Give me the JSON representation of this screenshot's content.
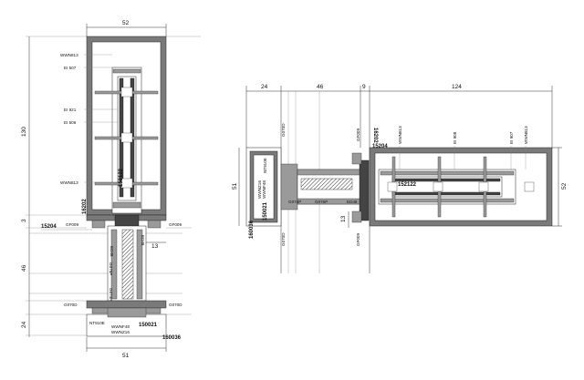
{
  "left": {
    "dim_top": "52",
    "dim_height_main": "130",
    "dim_gap": "3",
    "dim_mid": "46",
    "dim_low": "24",
    "dim_bottom": "51",
    "dim_13": "13",
    "labels": [
      "WWN813",
      "EI 507",
      "EI 921",
      "EI 506",
      "WWN813"
    ],
    "section_code": "152122",
    "code_16202": "16202",
    "code_15204": "15204",
    "gf_left": "GF009",
    "gf_right": "GF009",
    "ed48_a": "ED48",
    "ed48_b": "ED48",
    "g076p": "G076P",
    "g074p": "G074P",
    "g070d_l": "G070D",
    "g070d_r": "G070D",
    "nt": "NT910E",
    "wwnf": "WWNF48",
    "wwnz": "WWNZ16",
    "code_150021": "150021",
    "code_160036": "160036"
  },
  "right": {
    "dim_24": "24",
    "dim_46": "46",
    "dim_9": "9",
    "dim_124": "124",
    "dim_51": "51",
    "dim_52": "52",
    "dim_13": "13",
    "labels": [
      "WWN813",
      "EI 908",
      "EI 907",
      "WWN813"
    ],
    "section_code": "152122",
    "code_16202": "16202",
    "code_15204": "15204",
    "g070d_t": "G070D",
    "g070d_b": "G070D",
    "gf_t": "GF009",
    "gf_b": "GF009",
    "ed48": "ED48",
    "g074p": "G074P",
    "g076p": "G076P",
    "nt": "NT910E",
    "wwnz": "WWNZ16",
    "wwnf": "WWNF48",
    "code_150021": "150021",
    "code_160036": "160036"
  }
}
